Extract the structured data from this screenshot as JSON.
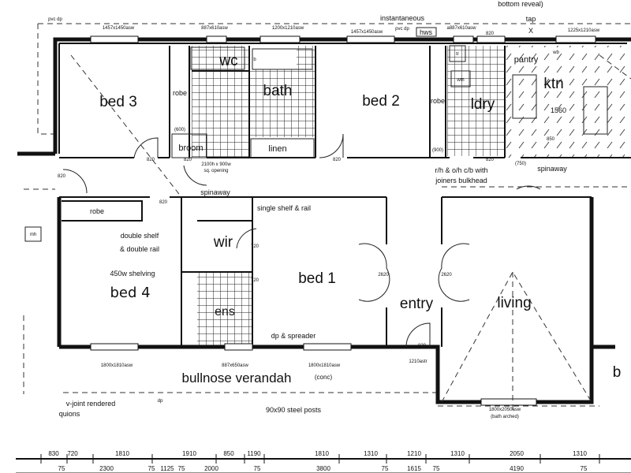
{
  "rooms": {
    "bed3": "bed 3",
    "bed2": "bed 2",
    "bed1": "bed 1",
    "bed4": "bed 4",
    "wc": "wc",
    "bath": "bath",
    "ldry": "ldry",
    "ktn": "ktn",
    "wir": "wir",
    "ens": "ens",
    "entry": "entry",
    "living": "living",
    "robe": "robe",
    "broom": "broom",
    "linen": "linen",
    "pantry": "pantry",
    "verandah": "bullnose verandah",
    "verandah_note": "(conc)"
  },
  "notes": {
    "bottom_reveal": "bottom reveal)",
    "instantaneous": "instantaneous",
    "pvc_dp": "pvc dp",
    "hws": "hws",
    "tap": "tap",
    "tap_mark": "X",
    "wm": "wm",
    "tr": "tr",
    "spinaway": "spinaway",
    "single_shelf": "single shelf & rail",
    "double_shelf_1": "double shelf",
    "double_shelf_2": "& double rail",
    "shelving": "450w shelving",
    "dp_spreader": "dp & spreader",
    "steel_posts": "90x90 steel posts",
    "vjoint_1": "v-joint rendered",
    "vjoint_2": "quions",
    "bulkhead_1": "r/h & o/h c/b with",
    "bulkhead_2": "joiners bulkhead",
    "mh": "mh",
    "opening_1": "2100h x 900w",
    "opening_2": "sq. opening",
    "ktn_dim": "1560",
    "dim_750": "(750)",
    "dim_600": "(600)",
    "dim_900": "(900)",
    "dim_850": "850",
    "door_820": "820",
    "door_720": "720",
    "door_2620": "2620",
    "wb": "wb",
    "dp": "dp",
    "bath_arched": "(bath arched)",
    "b_edge": "b",
    "b_wc": "b"
  },
  "windows": {
    "w1": "1457x1450asw",
    "w2": "887x610asw",
    "w3": "1200x1210asw",
    "w4": "1457x1450asw",
    "w5": "a887x610asw",
    "w6": "1225x1210asw",
    "w7": "1800x1810asw",
    "w8": "887x650asw",
    "w9": "1800x1810asw",
    "w10": "1210astr",
    "w11": "1800x2050asw"
  },
  "dimensions": {
    "row1": [
      "830",
      "720",
      "1810",
      "1910",
      "850",
      "1190",
      "1810",
      "1310",
      "1210",
      "1310",
      "2050",
      "1310"
    ],
    "row2": [
      "75",
      "2300",
      "75",
      "1125",
      "75",
      "2000",
      "75",
      "3800",
      "75",
      "1615",
      "75",
      "4190",
      "75"
    ]
  }
}
